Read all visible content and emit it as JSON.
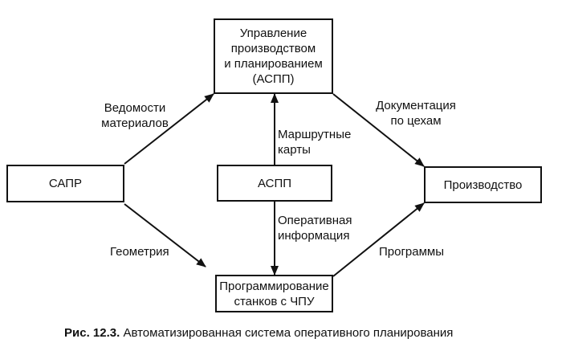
{
  "nodes": {
    "upravlenie": "Управление\nпроизводством\nи планированием\n(АСПП)",
    "sapr": "САПР",
    "aspp": "АСПП",
    "proizvodstvo": "Производство",
    "programmirovanie": "Программирование\nстанков с ЧПУ"
  },
  "edge_labels": {
    "vedomosti": "Ведомости\nматериалов",
    "dokumentatsiya": "Документация\nпо цехам",
    "marshrutnye": "Маршрутные\nкарты",
    "operativnaya": "Оперативная\nинформация",
    "geometriya": "Геометрия",
    "programmy": "Программы"
  },
  "caption": {
    "figure": "Рис. 12.3.",
    "text": "Автоматизированная система оперативного планирования"
  }
}
